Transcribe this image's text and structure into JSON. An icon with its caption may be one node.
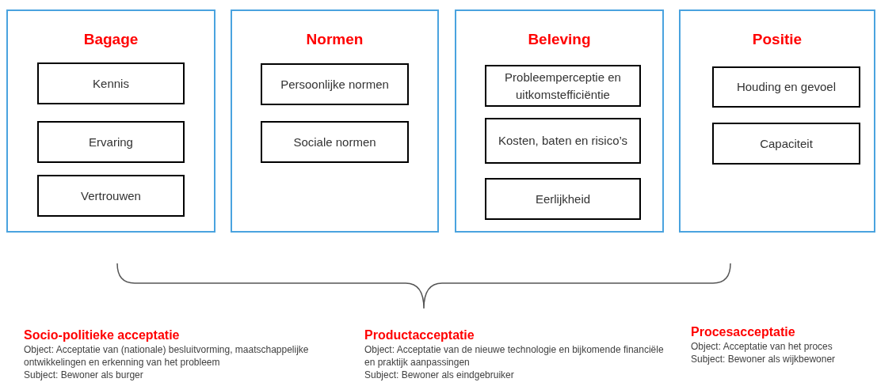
{
  "diagram": {
    "nodes": [
      {
        "text": [
          "Bagage"
        ]
      },
      {
        "text": [
          "Kennis"
        ],
        "in": 0
      },
      {
        "text": [
          "Ervaring"
        ],
        "in": 0
      },
      {
        "text": [
          "Vertrouwen"
        ],
        "in": 0
      },
      {
        "text": [
          "Normen"
        ]
      },
      {
        "text": [
          "Persoonlijke normen"
        ],
        "in": 4
      },
      {
        "text": [
          "Sociale normen"
        ],
        "in": 4
      },
      {
        "text": [
          "Beleving"
        ]
      },
      {
        "text": [
          "Probleemperceptie en uitkomstefficiëntie"
        ],
        "in": 7
      },
      {
        "text": [
          "Kosten, baten en risico’s"
        ],
        "in": 7
      },
      {
        "text": [
          "Eerlijkheid"
        ],
        "in": 7
      },
      {
        "text": [
          "Positie"
        ]
      },
      {
        "text": [
          "Houding en gevoel"
        ],
        "in": 11
      },
      {
        "text": [
          "Capaciteit"
        ],
        "in": 11
      }
    ],
    "labels": [
      "Socio-politieke acceptatie",
      "Object: Acceptatie van (nationale) besluitvorming, maatschappelijke ontwikkelingen en erkenning van het probleem",
      "Subject: Bewoner als burger",
      "Productacceptatie",
      "Object: Acceptatie van de nieuwe technologie en bijkomende financiële en praktijk aanpassingen",
      "Subject: Bewoner als eindgebruiker",
      "Procesacceptatie",
      "Object: Acceptatie van het proces",
      "Subject: Bewoner als wijkbewoner"
    ]
  }
}
